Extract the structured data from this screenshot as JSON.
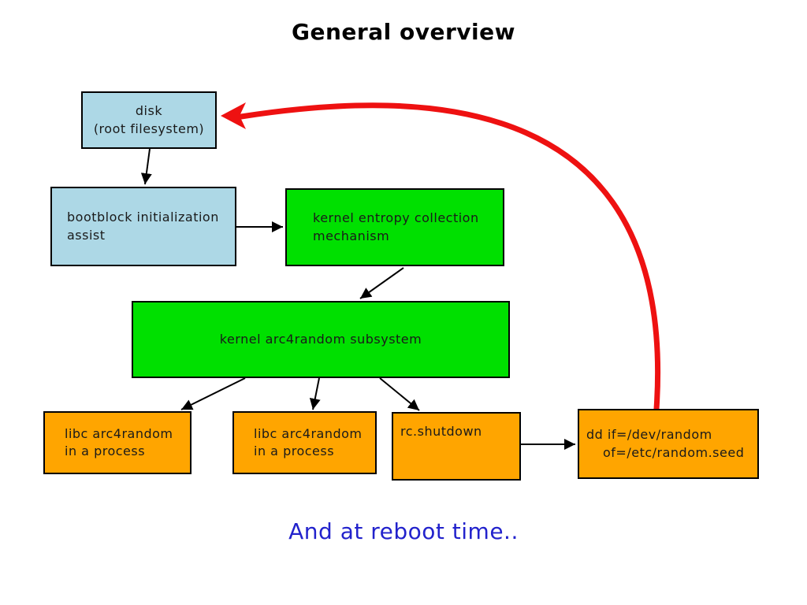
{
  "title": "General overview",
  "footer": "And at reboot time..",
  "colors": {
    "canvas_bg": "#ffffff",
    "box_blue": "#add8e6",
    "box_green": "#00e000",
    "box_orange": "#ffa500",
    "box_border": "#000000",
    "box_text": "#1a1a1a",
    "title_black": "#000000",
    "footer_blue": "#2222cc",
    "arrow_black": "#000000",
    "arrow_red": "#ee1111"
  },
  "nodes": {
    "disk": {
      "line1": "disk",
      "line2": "(root filesystem)"
    },
    "bootblock": {
      "line1": "bootblock initialization",
      "line2": "assist"
    },
    "kernel_entropy": {
      "line1": "kernel entropy collection",
      "line2": "mechanism"
    },
    "kernel_arc4random": {
      "line1": "kernel arc4random subsystem"
    },
    "libc_process_1": {
      "line1": "libc arc4random",
      "line2": "in a process"
    },
    "libc_process_2": {
      "line1": "libc arc4random",
      "line2": "in a process"
    },
    "rc_shutdown": {
      "line1": "rc.shutdown"
    },
    "dd_seed": {
      "line1": "dd if=/dev/random",
      "line2": "of=/etc/random.seed"
    }
  }
}
